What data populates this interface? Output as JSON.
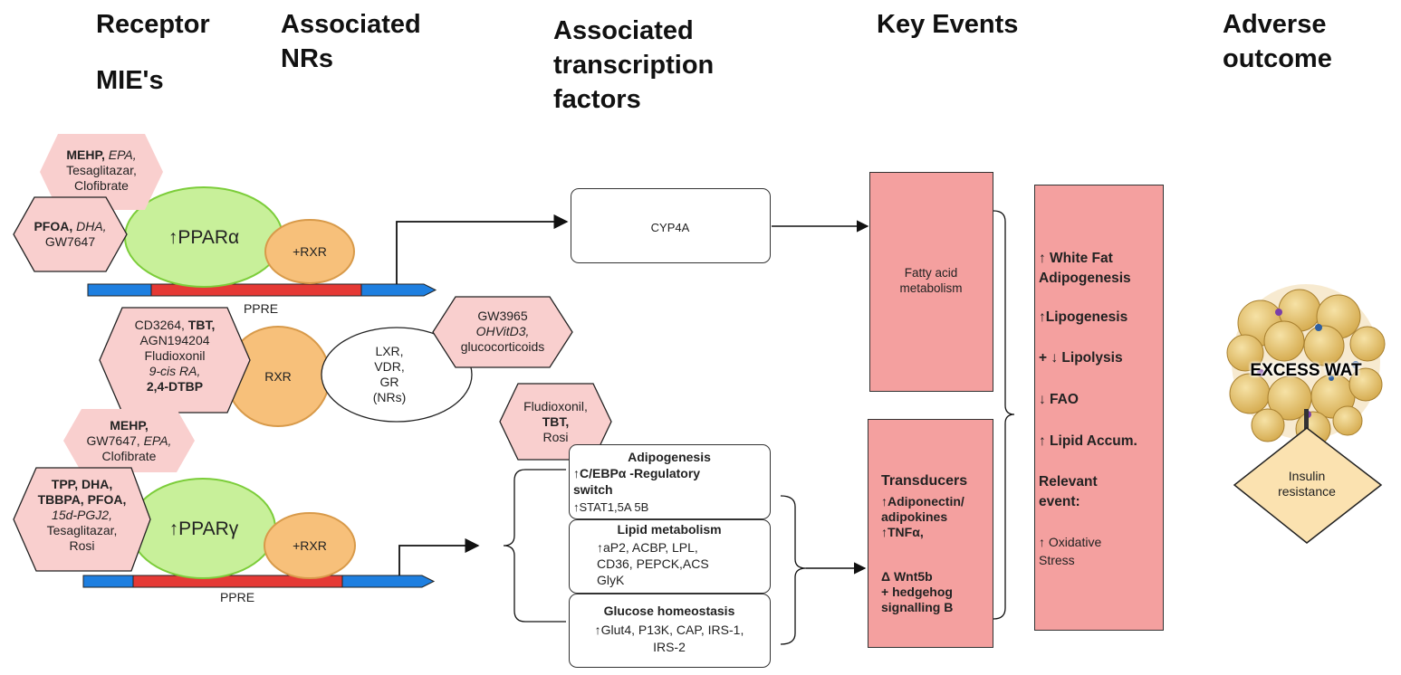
{
  "headers": {
    "receptor": "Receptor",
    "mies": "MIE's",
    "associated_nrs": "Associated NRs",
    "associated_tf": "Associated transcription factors",
    "key_events": "Key Events",
    "adverse_outcome": "Adverse outcome"
  },
  "ppar_alpha": {
    "label": "↑PPARα",
    "rxr": "+RXR",
    "ppre": "PPRE",
    "ligands_top": [
      "MEHP,",
      "EPA,",
      "Tesaglitazar,",
      "Clofibrate"
    ],
    "ligands_left": [
      "PFOA,",
      "DHA,",
      "GW7647"
    ]
  },
  "rxr_complex": {
    "rxr": "RXR",
    "ligands_left": [
      "CD3264,",
      "TBT,",
      "AGN194204",
      "Fludioxonil",
      "9-cis RA,",
      "2,4-DTBP"
    ],
    "partner": [
      "LXR,",
      "VDR,",
      "GR",
      "(NRs)"
    ],
    "ligands_right": [
      "GW3965",
      "OHVitD3,",
      "glucocorticoids"
    ]
  },
  "ppar_gamma": {
    "label": "↑PPARγ",
    "rxr": "+RXR",
    "ppre": "PPRE",
    "ligands_top": [
      "MEHP,",
      "GW7647,",
      "EPA,",
      "Clofibrate"
    ],
    "ligands_left": [
      "TPP, DHA,",
      "TBBPA, PFOA,",
      "15d-PGJ2,",
      "Tesaglitazar,",
      "Rosi"
    ],
    "ligands_tf": [
      "Fludioxonil,",
      "TBT,",
      "Rosi"
    ]
  },
  "transcription": {
    "cyp4a": "CYP4A",
    "adipogenesis_title": "Adipogenesis",
    "adipogenesis_1": "↑C/EBPα -Regulatory",
    "adipogenesis_2": "switch",
    "adipogenesis_3": "↑STAT1,5A 5B",
    "lipid_title": "Lipid metabolism",
    "lipid_1": "↑aP2, ACBP, LPL,",
    "lipid_2": "CD36, PEPCK,ACS",
    "lipid_3": "GlyK",
    "glucose_title": "Glucose homeostasis",
    "glucose_1": "↑Glut4, P13K, CAP, IRS-1,",
    "glucose_2": "IRS-2"
  },
  "key_events": {
    "fatty_acid": [
      "Fatty acid",
      "metabolism"
    ],
    "transducers_title": "Transducers",
    "transducers": [
      "↑Adiponectin/",
      "adipokines",
      "↑TNFα,"
    ],
    "wnt": [
      "Δ Wnt5b",
      "+ hedgehog",
      "signalling B"
    ],
    "outcomes": {
      "white_fat_1": "↑ White Fat",
      "white_fat_2": "Adipogenesis",
      "lipogenesis": "↑Lipogenesis",
      "lipolysis": "+ ↓ Lipolysis",
      "fao": "↓ FAO",
      "lipid_accum": "↑ Lipid Accum.",
      "relevant_1": "Relevant",
      "relevant_2": "event:",
      "oxidative_1": "↑ Oxidative",
      "oxidative_2": "Stress"
    }
  },
  "adverse": {
    "excess_wat": "EXCESS WAT",
    "insulin": [
      "Insulin",
      "resistance"
    ]
  },
  "colors": {
    "ligand_fill": "#f9cfce",
    "ppar_fill": "#c8f09a",
    "ppar_stroke": "#7ccd3a",
    "rxr_fill": "#f7c07a",
    "rxr_stroke": "#d89a4a",
    "event_fill": "#f4a09f",
    "ppre_red": "#e53935",
    "ppre_blue": "#1e7fe0",
    "fat_cell": "#e8c570",
    "diamond": "#fbe2b0"
  }
}
